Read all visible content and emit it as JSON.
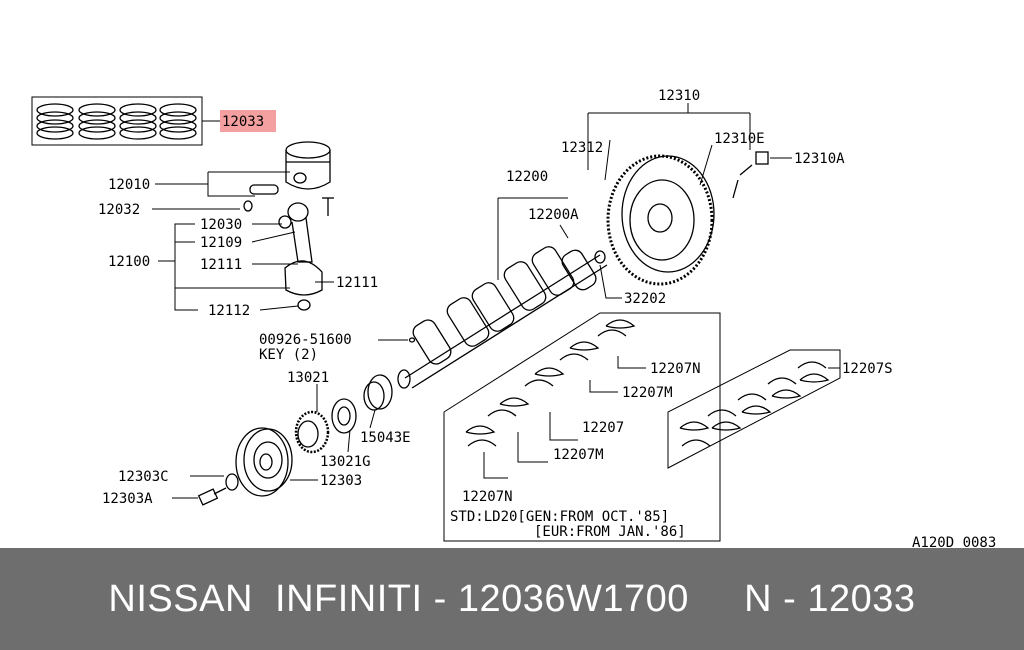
{
  "colors": {
    "highlight": "#f4a0a0",
    "footer_bg": "#6e6e6e",
    "footer_text": "#ffffff"
  },
  "labels": {
    "l12033": "12033",
    "l12010": "12010",
    "l12032": "12032",
    "l12030": "12030",
    "l12109": "12109",
    "l12100": "12100",
    "l12111a": "12111",
    "l12111b": "12111",
    "l12112": "12112",
    "l12200": "12200",
    "l12200a": "12200A",
    "l12310": "12310",
    "l12312": "12312",
    "l12310e": "12310E",
    "l12310a": "12310A",
    "l32202": "32202",
    "l00926": "00926-51600",
    "lkey": "KEY (2)",
    "l13021": "13021",
    "l15043e": "15043E",
    "l13021g": "13021G",
    "l12303c": "12303C",
    "l12303": "12303",
    "l12303a": "12303A",
    "l12207n_top": "12207N",
    "l12207m_top": "12207M",
    "l12207": "12207",
    "l12207m_bot": "12207M",
    "l12207n_bot": "12207N",
    "l12207s": "12207S",
    "std1": "STD:LD20[GEN:FROM OCT.'85]",
    "std2": "[EUR:FROM JAN.'86]",
    "code": "A120D 0083"
  },
  "footer": {
    "text": "NISSAN  INFINITI - 12036W1700     N - 12033"
  }
}
